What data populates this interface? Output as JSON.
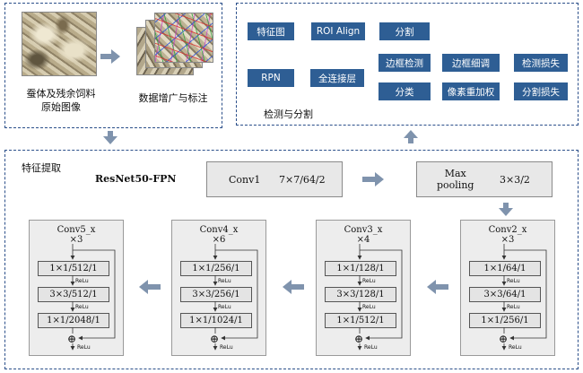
{
  "input_panel": {
    "raw_caption_line1": "蚕体及残余饲料",
    "raw_caption_line2": "原始图像",
    "augment_caption": "数据增广与标注"
  },
  "detect_panel": {
    "label": "检测与分割",
    "nodes": {
      "feature_map": "特征图",
      "roi_align": "ROI Align",
      "segment": "分割",
      "rpn": "RPN",
      "fc_layer": "全连接层",
      "box_detect": "边框检测",
      "box_refine": "边框细调",
      "detect_loss": "检测损失",
      "classify": "分类",
      "pixel_reweight": "像素重加权",
      "seg_loss": "分割损失"
    }
  },
  "extract_panel": {
    "label": "特征提取",
    "backbone": "ResNet50-FPN",
    "conv1": {
      "name": "Conv1",
      "spec": "7×7/64/2"
    },
    "maxpool": {
      "name_line1": "Max",
      "name_line2": "pooling",
      "spec": "3×3/2"
    },
    "stages": [
      {
        "title": "Conv2_x",
        "repeat": "×3",
        "layers": [
          "1×1/64/1",
          "3×3/64/1",
          "1×1/256/1"
        ]
      },
      {
        "title": "Conv3_x",
        "repeat": "×4",
        "layers": [
          "1×1/128/1",
          "3×3/128/1",
          "1×1/512/1"
        ]
      },
      {
        "title": "Conv4_x",
        "repeat": "×6",
        "layers": [
          "1×1/256/1",
          "3×3/256/1",
          "1×1/1024/1"
        ]
      },
      {
        "title": "Conv5_x",
        "repeat": "×3",
        "layers": [
          "1×1/512/1",
          "3×3/512/1",
          "1×1/2048/1"
        ]
      }
    ],
    "relu_label": "ReLu",
    "sum_symbol": "⊕"
  },
  "colors": {
    "panel_border": "#2b4f8a",
    "node_blue": "#2e5e94",
    "arrow_gray": "#7f93ad",
    "block_bg": "#ededed"
  }
}
